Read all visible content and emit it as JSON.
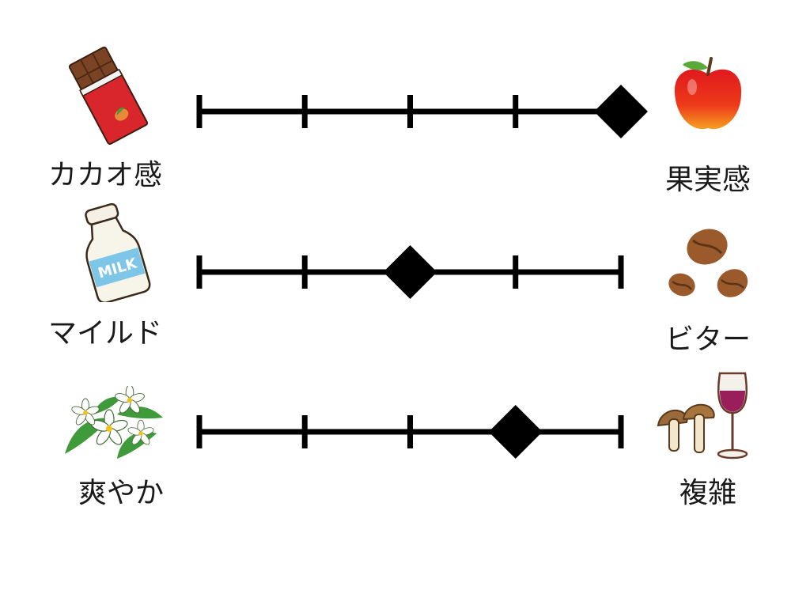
{
  "scale": {
    "steps": 5,
    "rows": [
      {
        "left_label": "カカオ感",
        "left_icon": "chocolate-bar-icon",
        "right_label": "果実感",
        "right_icon": "apple-icon",
        "value": 5
      },
      {
        "left_label": "マイルド",
        "left_icon": "milk-bottle-icon",
        "right_label": "ビター",
        "right_icon": "coffee-beans-icon",
        "value": 3
      },
      {
        "left_label": "爽やか",
        "left_icon": "white-flowers-icon",
        "right_label": "複雑",
        "right_icon": "mushrooms-and-wine-icon",
        "value": 4
      }
    ]
  },
  "colors": {
    "line": "#000000",
    "marker": "#000000"
  }
}
